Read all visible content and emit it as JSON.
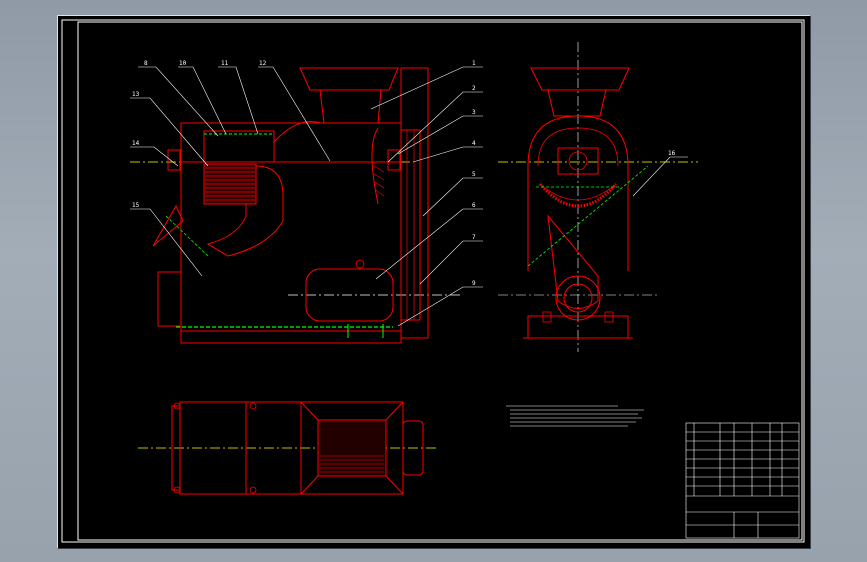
{
  "drawing": {
    "callouts": [
      "8",
      "10",
      "11",
      "12",
      "1",
      "2",
      "3",
      "4",
      "5",
      "6",
      "7",
      "9",
      "13",
      "14",
      "15",
      "16"
    ],
    "colors": {
      "background": "#000000",
      "outline": "#ff0000",
      "centerline": "#00ffff",
      "axis": "#ffff00",
      "hatch": "#00ff00",
      "leader": "#ffffff"
    }
  }
}
